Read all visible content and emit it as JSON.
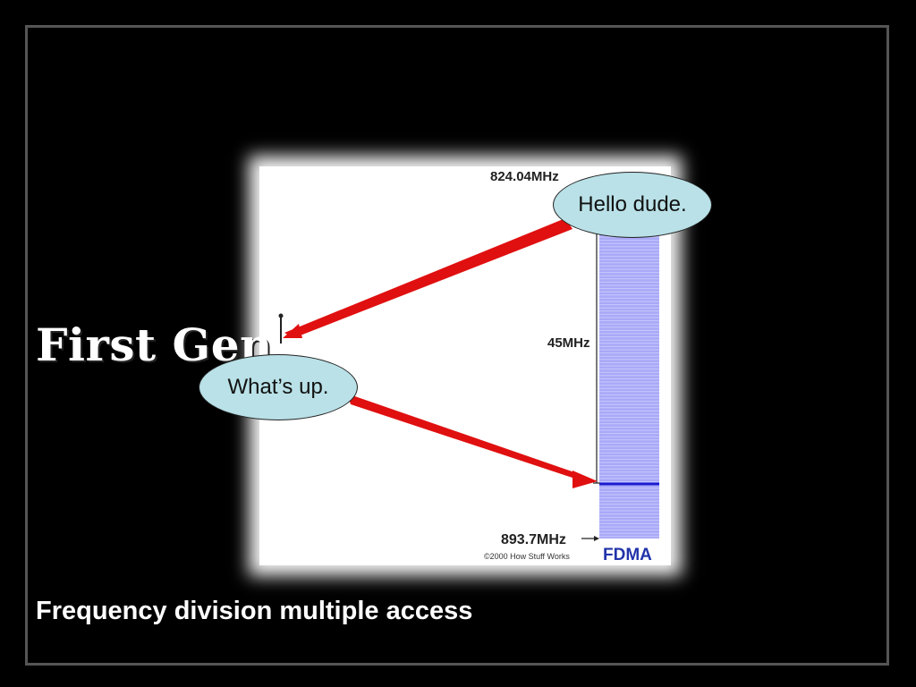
{
  "slide": {
    "title": "First Gen",
    "subtitle": "Frequency division multiple access"
  },
  "diagram": {
    "freq_top": "824.04MHz",
    "freq_bottom": "893.7MHz",
    "bandwidth": "45MHz",
    "credit": "©2000 How Stuff Works",
    "label": "FDMA",
    "bubbles": {
      "hello": "Hello dude.",
      "whats_up": "What’s up."
    },
    "colors": {
      "arrow": "#e01010",
      "channel_band": "#a9a9f7",
      "channel_line": "#c8c8ff",
      "active_channel": "#1a1ad0",
      "fdma_label": "#2233aa"
    }
  }
}
